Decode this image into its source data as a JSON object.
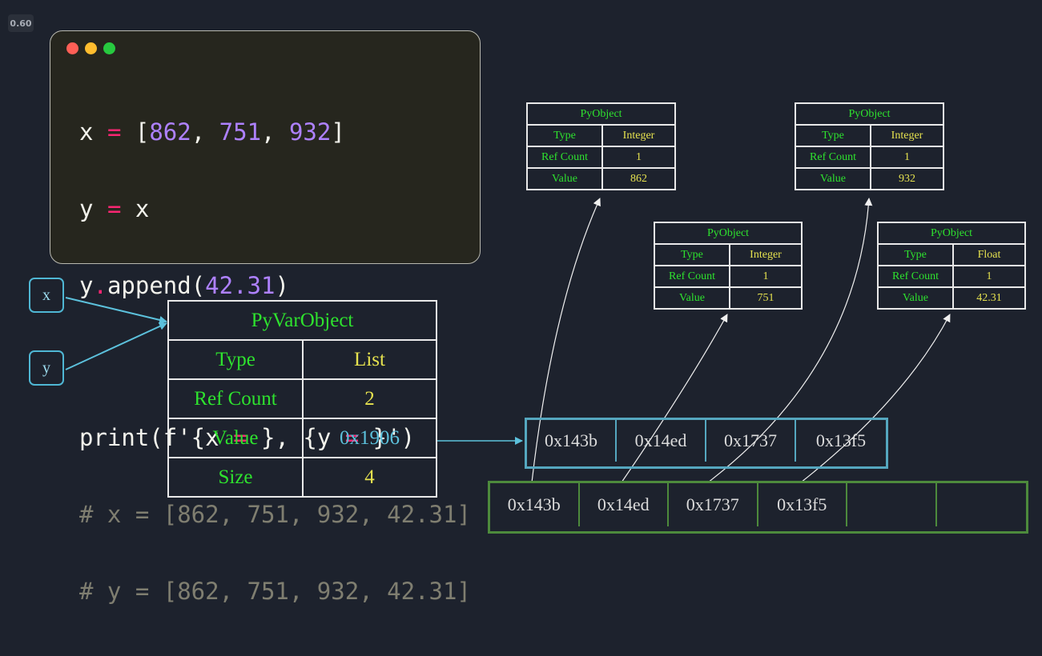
{
  "speed_badge": "0.60",
  "window": {
    "dots": [
      "#ff5f56",
      "#ffbd2e",
      "#27c93f"
    ]
  },
  "code": {
    "line1": {
      "var": "x",
      "eq": "=",
      "open": "[",
      "n1": "862",
      "c1": ", ",
      "n2": "751",
      "c2": ", ",
      "n3": "932",
      "close": "]"
    },
    "line2": {
      "var": "y",
      "eq": "=",
      "rhs": "x"
    },
    "line3": {
      "obj": "y",
      "dot": ".",
      "method": "append(",
      "arg": "42.31",
      "close": ")"
    },
    "line4": {
      "pre": "print(f'{x ",
      "eq1": "=",
      "mid": " }, {y ",
      "eq2": "=",
      "post": " }')"
    },
    "line5": "# x = [862, 751, 932, 42.31]",
    "line6": "# y = [862, 751, 932, 42.31]"
  },
  "vars": {
    "x": "x",
    "y": "y"
  },
  "list_object": {
    "title": "PyVarObject",
    "rows": [
      {
        "label": "Type",
        "value": "List"
      },
      {
        "label": "Ref Count",
        "value": "2"
      },
      {
        "label": "Value",
        "value": "0x1906"
      },
      {
        "label": "Size",
        "value": "4"
      }
    ]
  },
  "objects": [
    {
      "title": "PyObject",
      "type_label": "Type",
      "type": "Integer",
      "ref_label": "Ref Count",
      "ref": "1",
      "value_label": "Value",
      "value": "862"
    },
    {
      "title": "PyObject",
      "type_label": "Type",
      "type": "Integer",
      "ref_label": "Ref Count",
      "ref": "1",
      "value_label": "Value",
      "value": "751"
    },
    {
      "title": "PyObject",
      "type_label": "Type",
      "type": "Integer",
      "ref_label": "Ref Count",
      "ref": "1",
      "value_label": "Value",
      "value": "932"
    },
    {
      "title": "PyObject",
      "type_label": "Type",
      "type": "Float",
      "ref_label": "Ref Count",
      "ref": "1",
      "value_label": "Value",
      "value": "42.31"
    }
  ],
  "blue_array": [
    "0x143b",
    "0x14ed",
    "0x1737",
    "0x13f5"
  ],
  "green_array": [
    "0x143b",
    "0x14ed",
    "0x1737",
    "0x13f5",
    "",
    ""
  ],
  "colors": {
    "background": "#1d222d",
    "code_bg": "#26261e",
    "label_green": "#2ee22e",
    "value_yellow": "#e6e24f",
    "address_cyan": "#5cc1dc",
    "blue_border": "#55a7bf",
    "green_border": "#4d8a3c"
  }
}
